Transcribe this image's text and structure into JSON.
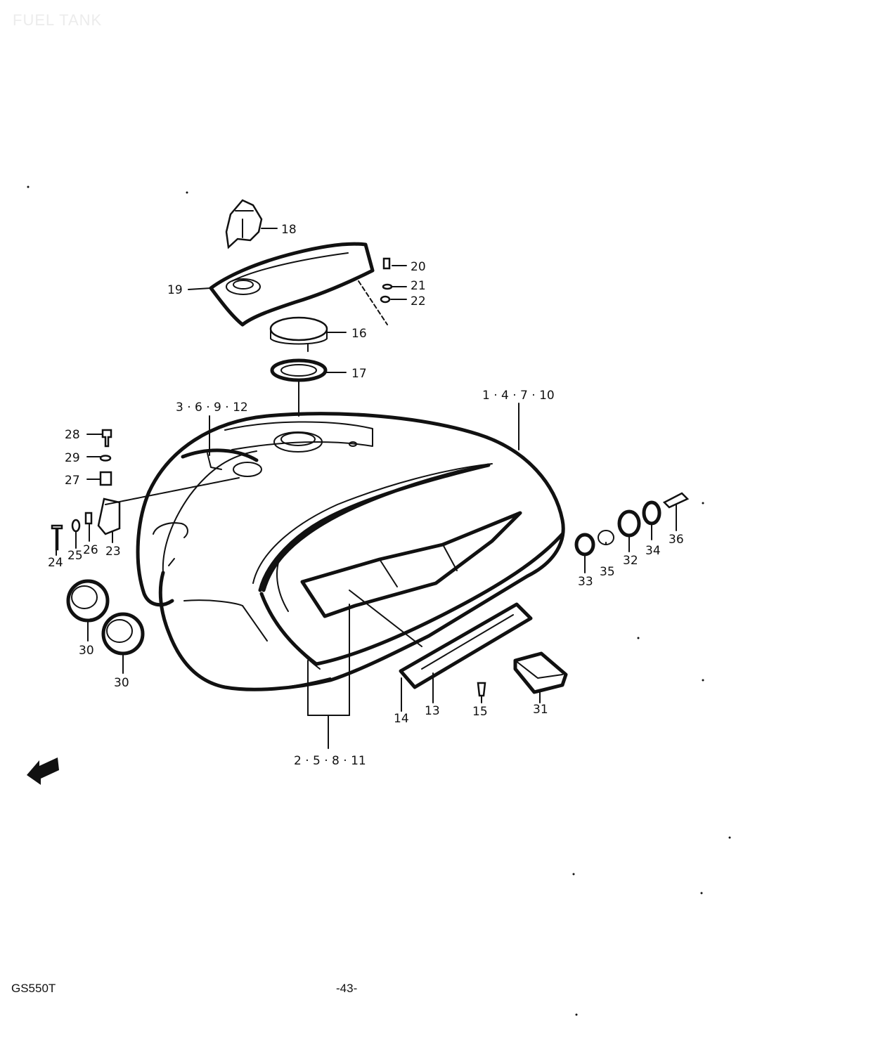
{
  "header": {
    "title": "FUEL TANK"
  },
  "footer": {
    "model": "GS550T",
    "page_number": "-43-"
  },
  "callouts": {
    "c1": "18",
    "c2": "19",
    "c3": "20",
    "c4": "21",
    "c5": "22",
    "c6": "16",
    "c7": "17",
    "c8": "3 · 6 · 9 · 12",
    "c9": "1 · 4 · 7 · 10",
    "c10": "28",
    "c11": "29",
    "c12": "27",
    "c13": "24",
    "c14": "25",
    "c15": "26",
    "c16": "23",
    "c17": "30",
    "c18": "30",
    "c19": "33",
    "c20": "35",
    "c21": "32",
    "c22": "34",
    "c23": "36",
    "c24": "14",
    "c25": "13",
    "c26": "15",
    "c27": "31",
    "c28": "2 · 5 · 8 · 11"
  },
  "icons": {
    "front_arrow": "front-direction-arrow-icon"
  },
  "colors": {
    "ink": "#111111",
    "paper": "#ffffff",
    "header_ghost": "#ececec"
  }
}
